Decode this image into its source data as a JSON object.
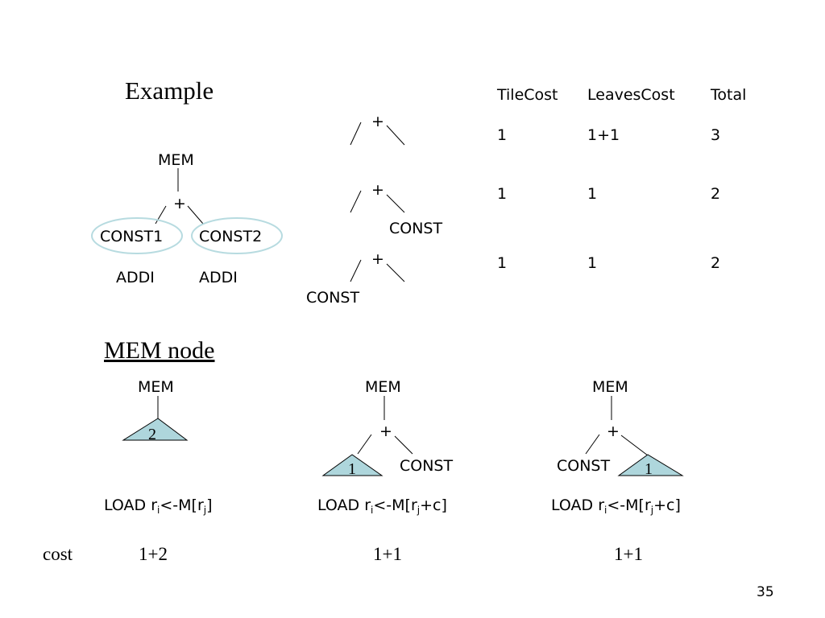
{
  "heading": "Example",
  "table": {
    "headers": [
      "TileCost",
      "LeavesCost",
      "Total"
    ],
    "rows": [
      [
        "1",
        "1+1",
        "3"
      ],
      [
        "1",
        "1",
        "2"
      ],
      [
        "1",
        "1",
        "2"
      ]
    ]
  },
  "tree": {
    "root": "MEM",
    "plus": "+",
    "left_leaf": "CONST1",
    "right_leaf": "CONST2",
    "left_tile": "ADDI",
    "right_tile": "ADDI"
  },
  "tiles": {
    "plus1": "+",
    "plus2": "+",
    "const2": "CONST",
    "plus3": "+",
    "const3": "CONST"
  },
  "section": {
    "title": "MEM node",
    "cost_label": "cost"
  },
  "mem_tiles": [
    {
      "root": "MEM",
      "triangle": "2",
      "instr_prefix": "LOAD r",
      "instr_sub1": "i",
      "instr_mid": "<-M[r",
      "instr_sub2": "j",
      "instr_suffix": "]",
      "cost": "1+2"
    },
    {
      "root": "MEM",
      "plus": "+",
      "triangle": "1",
      "const": "CONST",
      "instr_prefix": "LOAD r",
      "instr_sub1": "i",
      "instr_mid": "<-M[r",
      "instr_sub2": "j",
      "instr_suffix": "+c]",
      "cost": "1+1"
    },
    {
      "root": "MEM",
      "plus": "+",
      "const": "CONST",
      "triangle": "1",
      "instr_prefix": "LOAD r",
      "instr_sub1": "i",
      "instr_mid": "<-M[r",
      "instr_sub2": "j",
      "instr_suffix": "+c]",
      "cost": "1+1"
    }
  ],
  "page_number": "35",
  "colors": {
    "triangle_fill": "#aed6dc",
    "ellipse_stroke": "#b7dbe0"
  }
}
